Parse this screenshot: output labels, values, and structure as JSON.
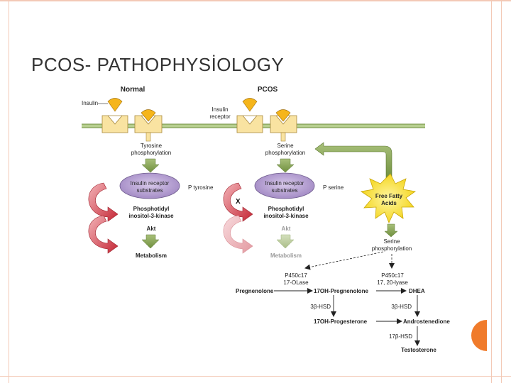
{
  "slide": {
    "title": "PCOS- PATHOPHYSİOLOGY"
  },
  "diagram": {
    "header_normal": "Normal",
    "header_pcos": "PCOS",
    "label_insulin": "Insulin",
    "label_insulin_receptor_1": "Insulin",
    "label_insulin_receptor_2": "receptor",
    "normal": {
      "tyrosine_1": "Tyrosine",
      "tyrosine_2": "phosphorylation",
      "irs_1": "Insulin receptor",
      "irs_2": "substrates",
      "p_tyrosine": "P tyrosine",
      "pi3k_1": "Phosphotidyl",
      "pi3k_2": "inositol-3-kinase",
      "akt": "Akt",
      "metabolism": "Metabolism"
    },
    "pcos": {
      "serine_1": "Serine",
      "serine_2": "phosphorylation",
      "irs_1": "Insulin receptor",
      "irs_2": "substrates",
      "p_serine": "P serine",
      "block_mark": "X",
      "pi3k_1": "Phosphotidyl",
      "pi3k_2": "inositol-3-kinase",
      "akt": "Akt",
      "metabolism": "Metabolism"
    },
    "ffa_1": "Free Fatty",
    "ffa_2": "Acids",
    "serine_right_1": "Serine",
    "serine_right_2": "phosphorylation",
    "steroid": {
      "enzyme_left_1": "P450c17",
      "enzyme_left_2": "17-OLase",
      "enzyme_right_1": "P450c17",
      "enzyme_right_2": "17, 20-lyase",
      "pregnenolone": "Pregnenolone",
      "oh_pregnenolone": "17OH-Pregnenolone",
      "dhea": "DHEA",
      "hsd_left": "3β-HSD",
      "hsd_right": "3β-HSD",
      "oh_progesterone": "17OH-Progesterone",
      "androstenedione": "Androstenedione",
      "hsd17": "17β-HSD",
      "testosterone": "Testosterone"
    }
  }
}
